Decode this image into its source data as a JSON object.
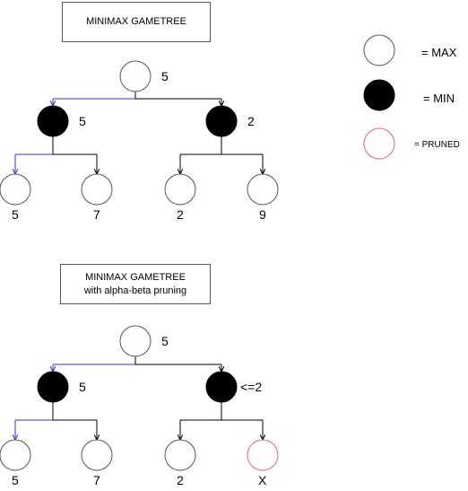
{
  "title1": "MINIMAX GAMETREE",
  "title2_line1": "MINIMAX GAMETREE",
  "title2_line2": "with alpha-beta pruning",
  "legend": {
    "max": "= MAX",
    "min": "= MIN",
    "pruned": "= PRUNED"
  },
  "tree1": {
    "root": "5",
    "left_min": "5",
    "right_min": "2",
    "leaves": [
      "5",
      "7",
      "2",
      "9"
    ]
  },
  "tree2": {
    "root": "5",
    "left_min": "5",
    "right_min": "<=2",
    "leaves": [
      "5",
      "7",
      "2",
      "X"
    ]
  },
  "colors": {
    "max_fill": "#ffffff",
    "min_fill": "#000000",
    "pruned_stroke": "#d9667a",
    "best_path": "#3333cc",
    "edge": "#000000"
  }
}
